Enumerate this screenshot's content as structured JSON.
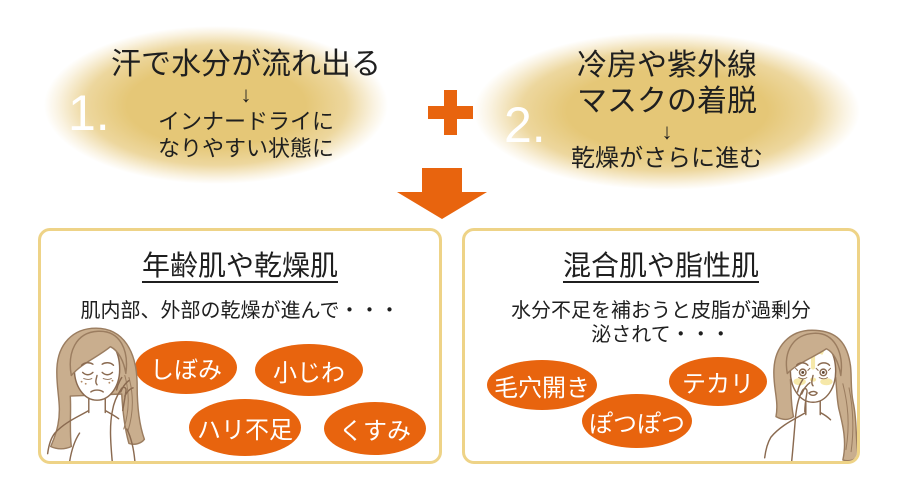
{
  "colors": {
    "orange": "#E8640E",
    "gold_center": "#E5C777",
    "box_border": "#EED387",
    "text_dark": "#1F1F1F",
    "bubble_text": "#FFFFFF"
  },
  "icons": {
    "plus_between_causes": "+",
    "transition_down_arrow": "▼"
  },
  "causes": [
    {
      "number": "1.",
      "main_line1": "汗で水分が流れ出る",
      "main_line2": "",
      "down_arrow": "↓",
      "sub_line1": "インナードライに",
      "sub_line2": "なりやすい状態に"
    },
    {
      "number": "2.",
      "main_line1": "冷房や紫外線",
      "main_line2": "マスクの着脱",
      "down_arrow": "↓",
      "sub_line1": "乾燥がさらに進む",
      "sub_line2": ""
    }
  ],
  "results": [
    {
      "title": "年齢肌や乾燥肌",
      "desc_line1": "肌内部、外部の乾燥が進んで・・・",
      "desc_line2": "",
      "symptoms": [
        "しぼみ",
        "小じわ",
        "ハリ不足",
        "くすみ"
      ],
      "illustration": "worried-woman-dry-skin"
    },
    {
      "title": "混合肌や脂性肌",
      "desc_line1": "水分不足を補おうと皮脂が過剰分",
      "desc_line2": "泌されて・・・",
      "symptoms": [
        "毛穴開き",
        "テカリ",
        "ぽつぽつ"
      ],
      "illustration": "worried-woman-oily-skin"
    }
  ]
}
